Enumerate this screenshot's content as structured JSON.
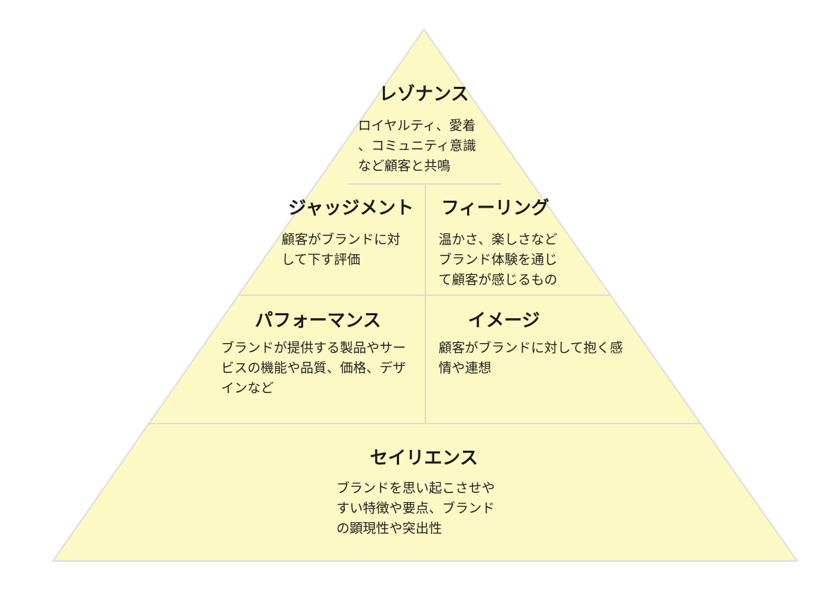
{
  "colors": {
    "fill": "#fdf9c4",
    "stroke": "#dcdcdc"
  },
  "tiers": {
    "resonance": {
      "title": "レゾナンス",
      "desc": "ロイヤルティ、愛着\n、コミュニティ意識\nなど顧客と共鳴"
    },
    "judgement": {
      "title": "ジャッジメント",
      "desc": "顧客がブランドに対\nして下す評価"
    },
    "feeling": {
      "title": "フィーリング",
      "desc": "温かさ、楽しさなど\nブランド体験を通じ\nて顧客が感じるもの"
    },
    "performance": {
      "title": "パフォーマンス",
      "desc": "ブランドが提供する製品やサー\nビスの機能や品質、価格、デザ\nインなど"
    },
    "imagery": {
      "title": "イメージ",
      "desc": "顧客がブランドに対して抱く感\n情や連想"
    },
    "salience": {
      "title": "セイリエンス",
      "desc": "ブランドを思い起こさせや\nすい特徴や要点、ブランド\nの顕現性や突出性"
    }
  }
}
